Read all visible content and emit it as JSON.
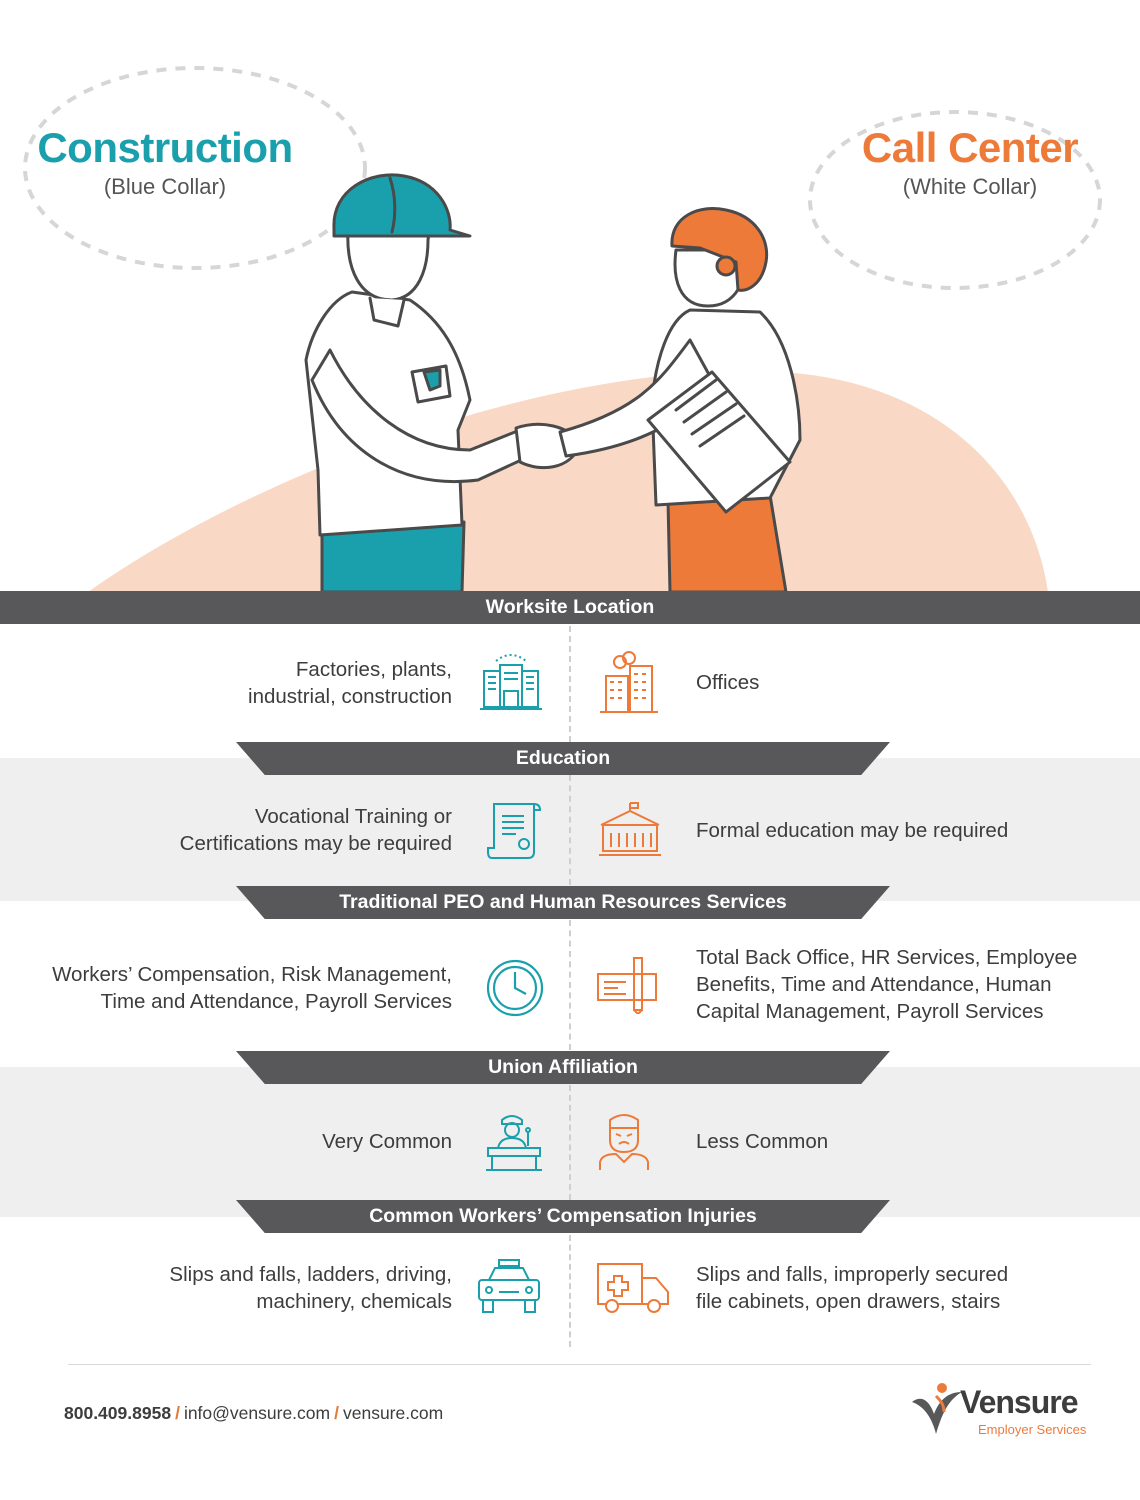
{
  "header": {
    "left": {
      "title": "Construction",
      "subtitle": "(Blue Collar)"
    },
    "right": {
      "title": "Call Center",
      "subtitle": "(White Collar)"
    }
  },
  "colors": {
    "teal": "#1aa0ad",
    "orange": "#ee7a3a",
    "dark_gray": "#58585a",
    "band_gray": "#efefef",
    "peach": "#f9d8c6"
  },
  "sections": [
    {
      "heading": "Worksite Location",
      "left_text": [
        "Factories, plants,",
        "industrial, construction"
      ],
      "left_icon": "factory-building-icon",
      "right_icon": "office-buildings-icon",
      "right_text": [
        "Offices"
      ]
    },
    {
      "heading": "Education",
      "left_text": [
        "Vocational Training or",
        "Certifications may be required"
      ],
      "left_icon": "certificate-scroll-icon",
      "right_icon": "school-building-icon",
      "right_text": [
        "Formal education may be required"
      ]
    },
    {
      "heading": "Traditional PEO and Human Resources Services",
      "left_text": [
        "Workers’ Compensation, Risk Management,",
        "Time and Attendance, Payroll Services"
      ],
      "left_icon": "clock-icon",
      "right_icon": "check-and-pen-icon",
      "right_text": [
        "Total Back Office, HR Services, Employee",
        "Benefits, Time and Attendance, Human",
        "Capital Management, Payroll Services"
      ]
    },
    {
      "heading": "Union Affiliation",
      "left_text": [
        "Very Common"
      ],
      "left_icon": "speaker-at-podium-icon",
      "right_icon": "angry-worker-icon",
      "right_text": [
        "Less Common"
      ]
    },
    {
      "heading": "Common Workers’ Compensation Injuries",
      "left_text": [
        "Slips and falls, ladders, driving,",
        "machinery, chemicals"
      ],
      "left_icon": "car-icon",
      "right_icon": "ambulance-icon",
      "right_text": [
        "Slips and falls, improperly secured",
        "file cabinets, open drawers, stairs"
      ]
    }
  ],
  "footer": {
    "phone": "800.409.8958",
    "separator": "/",
    "email": "info@vensure.com",
    "website": "vensure.com",
    "logo_name": "Vensure",
    "logo_tagline": "Employer Services"
  }
}
